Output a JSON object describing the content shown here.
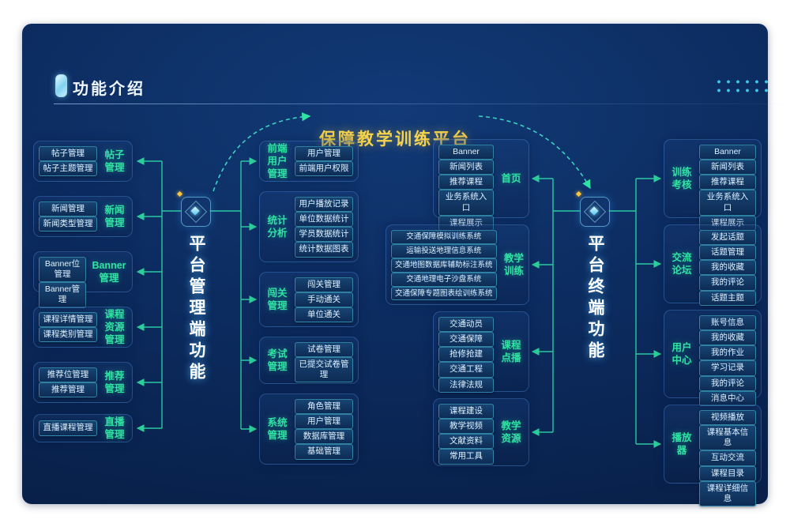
{
  "header": {
    "title": "功能介绍"
  },
  "diagram": {
    "title": "保障教学训练平台",
    "hubs": {
      "left": "平台管理端功能",
      "right": "平台终端功能"
    },
    "left_outer": [
      {
        "label": "帖子管理",
        "items": [
          "帖子管理",
          "帖子主题管理"
        ]
      },
      {
        "label": "新闻管理",
        "items": [
          "新闻管理",
          "新闻类型管理"
        ]
      },
      {
        "label": "Banner管理",
        "items": [
          "Banner位管理",
          "Banner管理"
        ]
      },
      {
        "label": "课程资源管理",
        "items": [
          "课程详情管理",
          "课程类别管理"
        ]
      },
      {
        "label": "推荐管理",
        "items": [
          "推荐位管理",
          "推荐管理"
        ]
      },
      {
        "label": "直播管理",
        "items": [
          "直播课程管理"
        ]
      }
    ],
    "left_inner": [
      {
        "label": "前端用户管理",
        "items": [
          "用户管理",
          "前端用户权限"
        ]
      },
      {
        "label": "统计分析",
        "items": [
          "用户播放记录",
          "单位数据统计",
          "学员数据统计",
          "统计数据图表"
        ]
      },
      {
        "label": "闯关管理",
        "items": [
          "闯关管理",
          "手动通关",
          "单位通关"
        ]
      },
      {
        "label": "考试管理",
        "items": [
          "试卷管理",
          "已提交试卷管理"
        ]
      },
      {
        "label": "系统管理",
        "items": [
          "角色管理",
          "用户管理",
          "数据库管理",
          "基础管理"
        ]
      }
    ],
    "right_inner": [
      {
        "label": "首页",
        "items": [
          "Banner",
          "新闻列表",
          "推荐课程",
          "业务系统入口",
          "课程展示"
        ]
      },
      {
        "label": "教学训练",
        "items": [
          "交通保障模拟训练系统",
          "运输投送地理信息系统",
          "交通地图数据库辅助标注系统",
          "交通地理电子沙盘系统",
          "交通保障专题图表绘训练系统"
        ]
      },
      {
        "label": "课程点播",
        "items": [
          "交通动员",
          "交通保障",
          "抢修抢建",
          "交通工程",
          "法律法规"
        ]
      },
      {
        "label": "教学资源",
        "items": [
          "课程建设",
          "教学视频",
          "文献资料",
          "常用工具"
        ]
      }
    ],
    "right_outer": [
      {
        "label": "训练考核",
        "items": [
          "Banner",
          "新闻列表",
          "推荐课程",
          "业务系统入口",
          "课程展示"
        ]
      },
      {
        "label": "交流论坛",
        "items": [
          "发起话题",
          "话题管理",
          "我的收藏",
          "我的评论",
          "话题主题"
        ]
      },
      {
        "label": "用户中心",
        "items": [
          "账号信息",
          "我的收藏",
          "我的作业",
          "学习记录",
          "我的评论",
          "消息中心"
        ]
      },
      {
        "label": "播放器",
        "items": [
          "视频播放",
          "课程基本信息",
          "互动交流",
          "课程目录",
          "课程详细信息"
        ]
      }
    ],
    "colors": {
      "title_yellow": "#f8d44c",
      "accent_green": "#2fe3a2",
      "line": "#2fd9a8"
    }
  }
}
